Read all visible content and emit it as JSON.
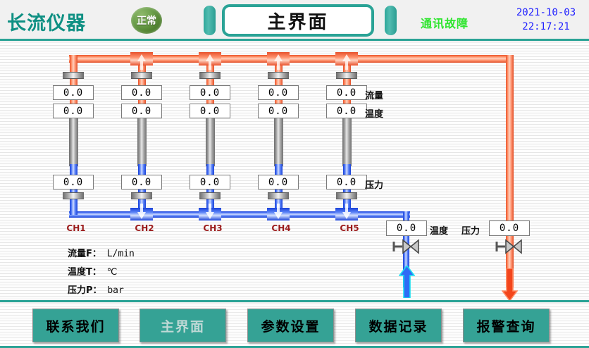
{
  "header": {
    "logo": "长流仪器",
    "status_lamp": "正常",
    "title": "主界面",
    "comm_status": "通讯故障",
    "date": "2021-10-03",
    "time": "22:17:21",
    "accent_color": "#2aa396",
    "comm_status_color": "#2ee52e",
    "datetime_color": "#2020ff"
  },
  "diagram": {
    "row_labels": {
      "flow": "流量",
      "temperature": "温度",
      "pressure": "压力"
    },
    "channels": [
      {
        "name": "CH1",
        "flow": "0.0",
        "temperature": "0.0",
        "pressure": "0.0"
      },
      {
        "name": "CH2",
        "flow": "0.0",
        "temperature": "0.0",
        "pressure": "0.0"
      },
      {
        "name": "CH3",
        "flow": "0.0",
        "temperature": "0.0",
        "pressure": "0.0"
      },
      {
        "name": "CH4",
        "flow": "0.0",
        "temperature": "0.0",
        "pressure": "0.0"
      },
      {
        "name": "CH5",
        "flow": "0.0",
        "temperature": "0.0",
        "pressure": "0.0"
      }
    ],
    "inlet": {
      "label": "温度",
      "value": "0.0"
    },
    "outlet": {
      "label": "压力",
      "value": "0.0"
    },
    "legend": [
      {
        "name": "流量F：",
        "unit": "L/min"
      },
      {
        "name": "温度T：",
        "unit": "℃"
      },
      {
        "name": "压力P：",
        "unit": "bar"
      }
    ],
    "channel_label_color": "#9b1b1b",
    "supply_pipe_color": "#ff6a43",
    "return_pipe_color": "#3a63f0"
  },
  "footer": {
    "buttons": [
      {
        "label": "联系我们",
        "disabled": false
      },
      {
        "label": "主界面",
        "disabled": true
      },
      {
        "label": "参数设置",
        "disabled": false
      },
      {
        "label": "数据记录",
        "disabled": false
      },
      {
        "label": "报警查询",
        "disabled": false
      }
    ],
    "button_color": "#35a295"
  }
}
